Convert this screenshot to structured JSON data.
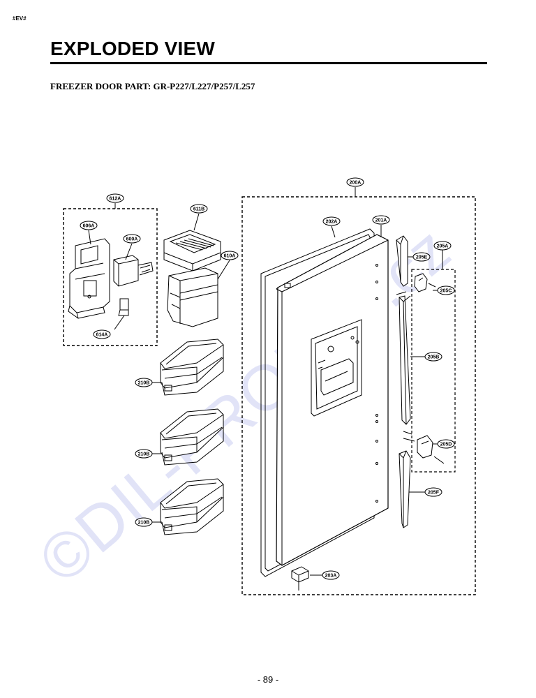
{
  "header": {
    "tag": "#EV#",
    "title": "EXPLODED VIEW",
    "subtitle": "FREEZER DOOR PART: GR-P227/L227/P257/L257"
  },
  "watermark": "©DIL-PRODEJ.cz",
  "callouts": {
    "c612A": "612A",
    "c606A": "606A",
    "c600A": "600A",
    "c614A": "614A",
    "c611B": "611B",
    "c610A": "610A",
    "c210B_1": "210B",
    "c210B_2": "210B",
    "c210B_3": "210B",
    "c200A": "200A",
    "c202A": "202A",
    "c201A": "201A",
    "c205A": "205A",
    "c205E": "205E",
    "c205C": "205C",
    "c205B": "205B",
    "c205D": "205D",
    "c205F": "205F",
    "c203A": "203A"
  },
  "footer": {
    "page_number": "- 89 -"
  },
  "colors": {
    "ink": "#000000",
    "watermark": "#c9cdf2"
  }
}
